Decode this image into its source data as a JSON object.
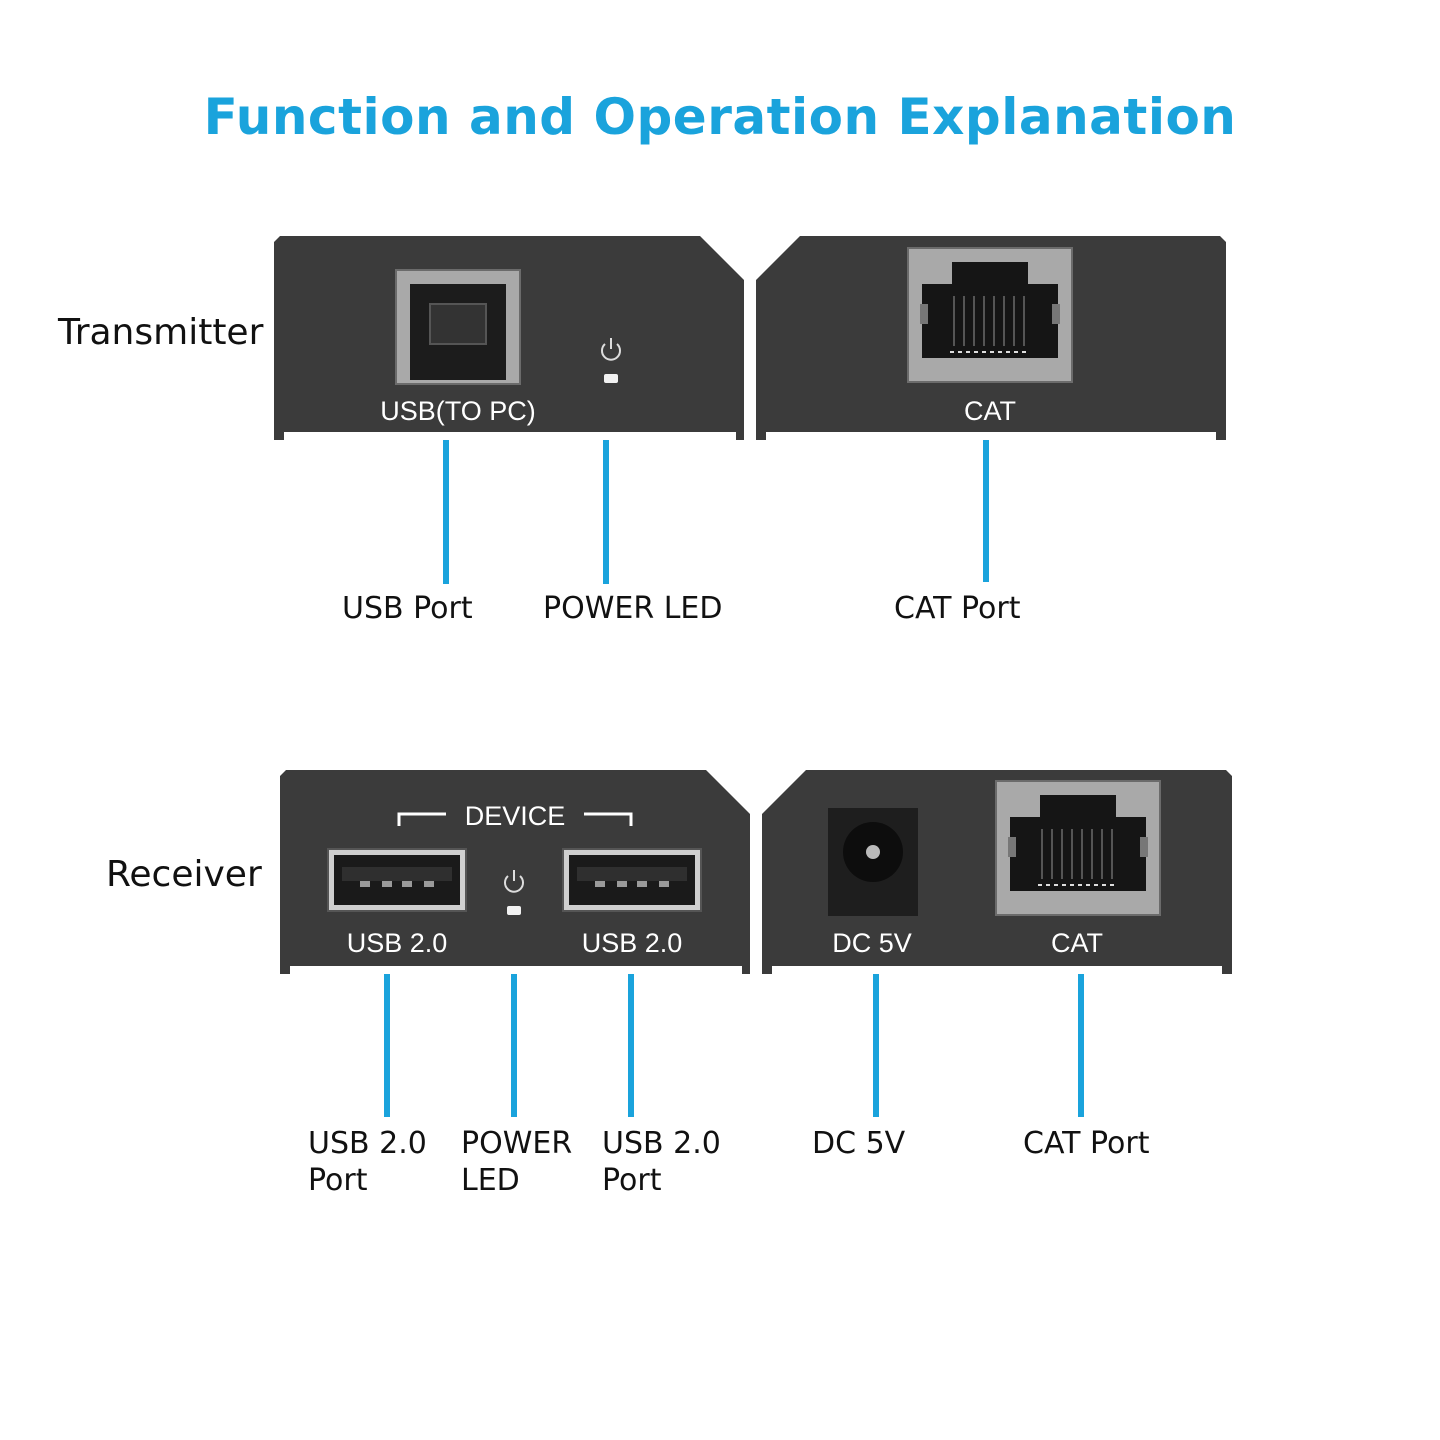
{
  "title": "Function and Operation Explanation",
  "colors": {
    "accent": "#1aa3dc",
    "device_body": "#3b3b3b",
    "port_metal": "#a9a9a9",
    "leader_line": "#1aa3dc"
  },
  "transmitter": {
    "label": "Transmitter",
    "left_face": {
      "usb_port_label": "USB(TO PC)",
      "icons": [
        "usb-b-port-icon",
        "power-icon",
        "led-indicator-icon"
      ]
    },
    "right_face": {
      "cat_port_label": "CAT",
      "icons": [
        "rj45-port-icon"
      ]
    },
    "callouts": {
      "usb_port": "USB Port",
      "power_led": "POWER LED",
      "cat_port": "CAT Port"
    }
  },
  "receiver": {
    "label": "Receiver",
    "left_face": {
      "device_label": "DEVICE",
      "usb_left_label": "USB 2.0",
      "usb_right_label": "USB 2.0",
      "icons": [
        "usb-a-port-icon",
        "power-icon",
        "led-indicator-icon"
      ]
    },
    "right_face": {
      "dc_label": "DC 5V",
      "cat_port_label": "CAT",
      "icons": [
        "dc-jack-icon",
        "rj45-port-icon"
      ]
    },
    "callouts": {
      "usb_left_line1": "USB 2.0",
      "usb_left_line2": "Port",
      "power_led_line1": "POWER",
      "power_led_line2": "LED",
      "usb_right_line1": "USB 2.0",
      "usb_right_line2": "Port",
      "dc": "DC 5V",
      "cat_port": "CAT Port"
    }
  }
}
